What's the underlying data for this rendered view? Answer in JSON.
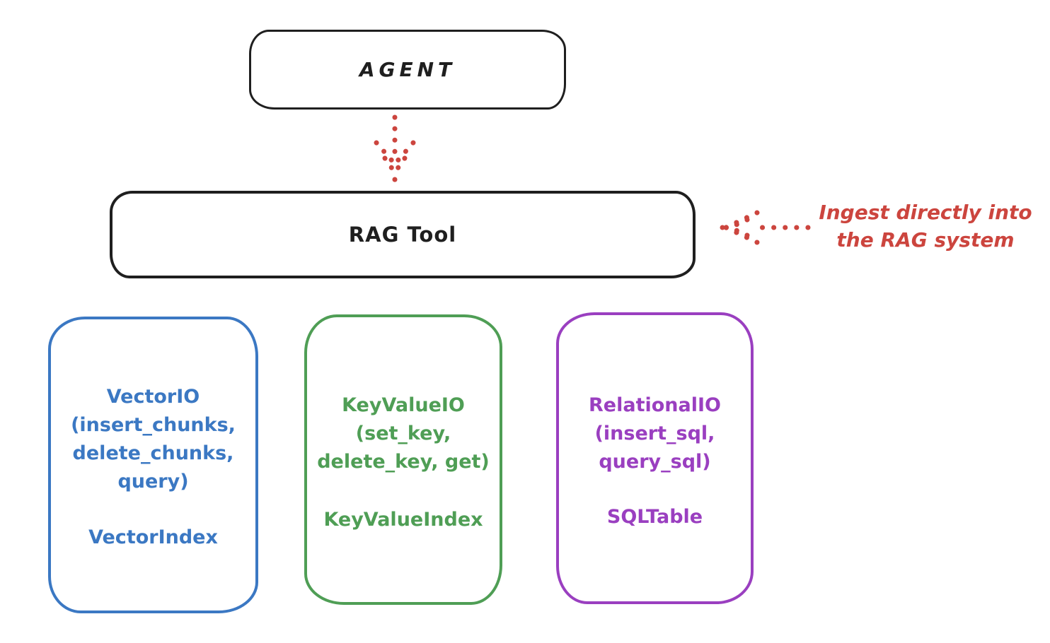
{
  "colors": {
    "ink": "#1f1f1f",
    "red": "#cc453e",
    "blue": "#3b78c3",
    "green": "#4f9e55",
    "purple": "#9a3fc0",
    "bg": "#ffffff"
  },
  "nodes": {
    "agent": {
      "label": "AGENT"
    },
    "rag_tool": {
      "label": "RAG Tool"
    },
    "storage": [
      {
        "name": "VectorIO",
        "color": "#3b78c3",
        "lines": [
          "VectorIO",
          "(insert_chunks,",
          "delete_chunks,",
          "query)"
        ],
        "footer": "VectorIndex"
      },
      {
        "name": "KeyValueIO",
        "color": "#4f9e55",
        "lines": [
          "KeyValueIO",
          "(set_key,",
          "delete_key, get)"
        ],
        "footer": "KeyValueIndex"
      },
      {
        "name": "RelationalIO",
        "color": "#9a3fc0",
        "lines": [
          "RelationalIO",
          "(insert_sql,",
          "query_sql)"
        ],
        "footer": "SQLTable"
      }
    ]
  },
  "annotation": {
    "line1": "Ingest directly into",
    "line2": "the RAG system",
    "color": "#cc453e"
  },
  "arrows": [
    {
      "name": "agent-to-rag-tool",
      "style": "dotted",
      "color": "#cc453e",
      "direction": "down"
    },
    {
      "name": "ingest-into-rag-tool",
      "style": "dotted",
      "color": "#cc453e",
      "direction": "left"
    }
  ]
}
